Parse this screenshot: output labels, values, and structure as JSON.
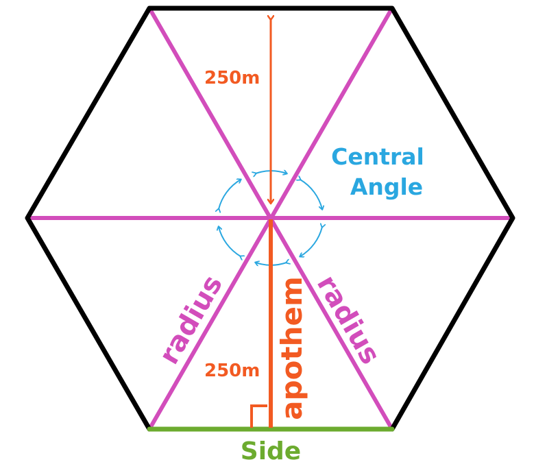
{
  "labels": {
    "top_measure": "250m",
    "bottom_measure": "250m",
    "central_angle_line1": "Central",
    "central_angle_line2": "Angle",
    "radius_left": "radius",
    "radius_right": "radius",
    "apothem": "apothem",
    "side": "Side"
  },
  "colors": {
    "hexagon_outline": "#000000",
    "radius": "#d24dbb",
    "apothem": "#f25a22",
    "central_angle": "#2aa7e0",
    "side": "#6cab2f"
  }
}
